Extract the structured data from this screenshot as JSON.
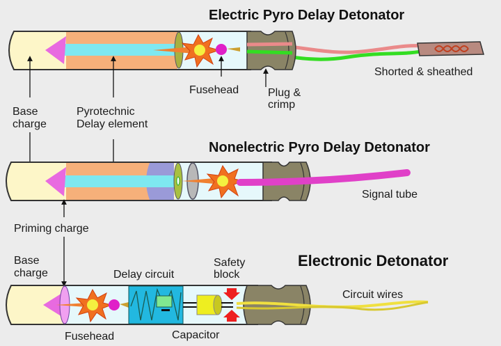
{
  "titles": {
    "electric": "Electric Pyro Delay Detonator",
    "nonelectric": "Nonelectric Pyro Delay Detonator",
    "electronic": "Electronic Detonator"
  },
  "labels": {
    "fusehead_top": "Fusehead",
    "plug_line1": "Plug &",
    "plug_line2": "crimp",
    "shorted": "Shorted & sheathed",
    "base_line1": "Base",
    "base_line2": "charge",
    "pyro_line1": "Pyrotechnic",
    "pyro_line2": "Delay element",
    "signal_tube": "Signal tube",
    "priming": "Priming charge",
    "base2_line1": "Base",
    "base2_line2": "charge",
    "delay_circuit": "Delay circuit",
    "safety_line1": "Safety",
    "safety_line2": "block",
    "circuit_wires": "Circuit wires",
    "fusehead_bottom": "Fusehead",
    "capacitor": "Capacitor"
  },
  "colors": {
    "background": "#ececec",
    "shell": "#fdf6c8",
    "delay": "#f6b07a",
    "core": "#7ee8f0",
    "priming": "#e86ae0",
    "plug": "#8a8466",
    "fusehead": "#e020c8",
    "wire_red": "#ea8a8a",
    "wire_green": "#33dd22",
    "signal_tube": "#e040c8",
    "circuit_box": "#22b8e0",
    "capacitor": "#eeee20",
    "safety": "#ee2020",
    "circuit_wire": "#f0e040"
  }
}
